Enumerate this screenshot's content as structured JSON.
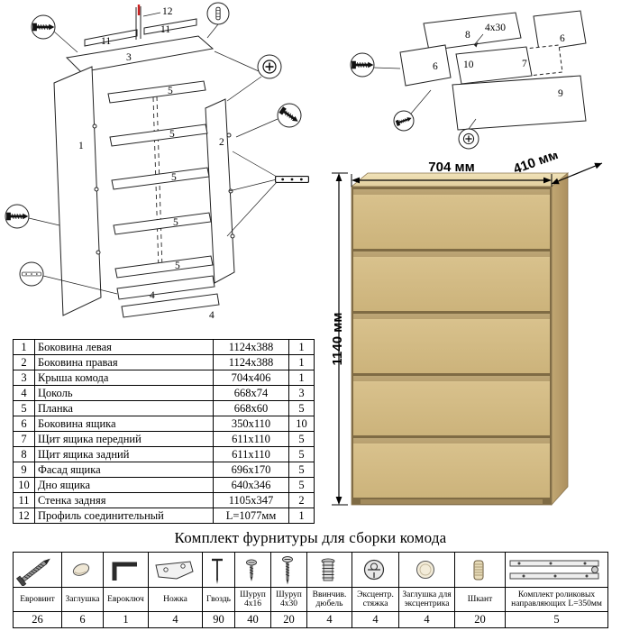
{
  "colors": {
    "wood_front": "#d8c18c",
    "wood_side": "#b89d6a",
    "wood_top": "#ead9ab",
    "accent_red": "#cc2222"
  },
  "diagram": {
    "frame": {
      "p1": "1",
      "p2": "2",
      "p3": "3",
      "p4": "4",
      "p5": "5",
      "p11": "11",
      "p12": "12"
    },
    "drawer": {
      "p6": "6",
      "p7": "7",
      "p8": "8",
      "p9": "9",
      "p10": "10",
      "note": "4x30"
    }
  },
  "product": {
    "width_label": "704 мм",
    "depth_label": "410 мм",
    "height_label": "1140 мм"
  },
  "parts_table": {
    "rows": [
      {
        "num": "1",
        "name": "Боковина левая",
        "size": "1124x388",
        "qty": "1"
      },
      {
        "num": "2",
        "name": "Боковина правая",
        "size": "1124x388",
        "qty": "1"
      },
      {
        "num": "3",
        "name": "Крыша комода",
        "size": "704x406",
        "qty": "1"
      },
      {
        "num": "4",
        "name": "Цоколь",
        "size": "668x74",
        "qty": "3"
      },
      {
        "num": "5",
        "name": "Планка",
        "size": "668x60",
        "qty": "5"
      },
      {
        "num": "6",
        "name": "Боковина ящика",
        "size": "350x110",
        "qty": "10"
      },
      {
        "num": "7",
        "name": "Щит ящика передний",
        "size": "611x110",
        "qty": "5"
      },
      {
        "num": "8",
        "name": "Щит ящика задний",
        "size": "611x110",
        "qty": "5"
      },
      {
        "num": "9",
        "name": "Фасад ящика",
        "size": "696x170",
        "qty": "5"
      },
      {
        "num": "10",
        "name": "Дно ящика",
        "size": "640x346",
        "qty": "5"
      },
      {
        "num": "11",
        "name": "Стенка задняя",
        "size": "1105x347",
        "qty": "2"
      },
      {
        "num": "12",
        "name": "Профиль соединительный",
        "size": "L=1077мм",
        "qty": "1"
      }
    ]
  },
  "hardware": {
    "title": "Комплект фурнитуры для сборки комода",
    "items": [
      {
        "name": "Евровинт",
        "qty": "26"
      },
      {
        "name": "Заглушка",
        "qty": "6"
      },
      {
        "name": "Евроключ",
        "qty": "1"
      },
      {
        "name": "Ножка",
        "qty": "4"
      },
      {
        "name": "Гвоздь",
        "qty": "90"
      },
      {
        "name": "Шуруп 4х16",
        "qty": "40"
      },
      {
        "name": "Шуруп 4х30",
        "qty": "20"
      },
      {
        "name": "Ввинчив. дюбель",
        "qty": "4"
      },
      {
        "name": "Эксцентр. стяжка",
        "qty": "4"
      },
      {
        "name": "Заглушка для эксцентрика",
        "qty": "4"
      },
      {
        "name": "Шкант",
        "qty": "20"
      },
      {
        "name": "Комплект роликовых направляющих L=350мм",
        "qty": "5"
      }
    ]
  }
}
